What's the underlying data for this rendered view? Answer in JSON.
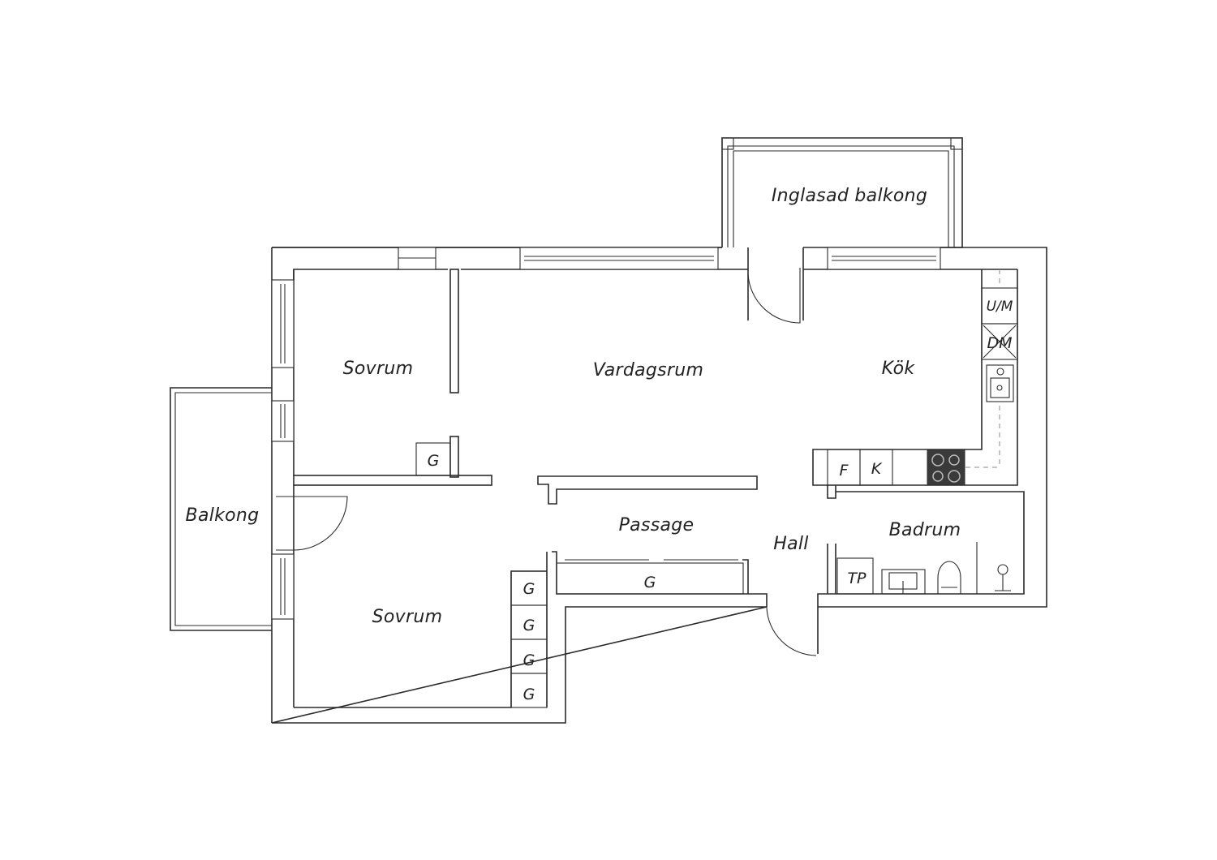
{
  "rooms": {
    "inglasad_balkong": "Inglasad balkong",
    "sovrum_top": "Sovrum",
    "vardagsrum": "Vardagsrum",
    "kok": "Kök",
    "balkong": "Balkong",
    "passage": "Passage",
    "hall": "Hall",
    "badrum": "Badrum",
    "sovrum_bottom": "Sovrum"
  },
  "fixtures": {
    "garderob": "G",
    "tvattmaskin": "U/M",
    "diskmaskin": "DM",
    "frys": "F",
    "kyl": "K",
    "torktumlare": "TP"
  },
  "colors": {
    "line": "#2b2b2b",
    "background": "#ffffff",
    "stove": "#3a3a3a"
  }
}
